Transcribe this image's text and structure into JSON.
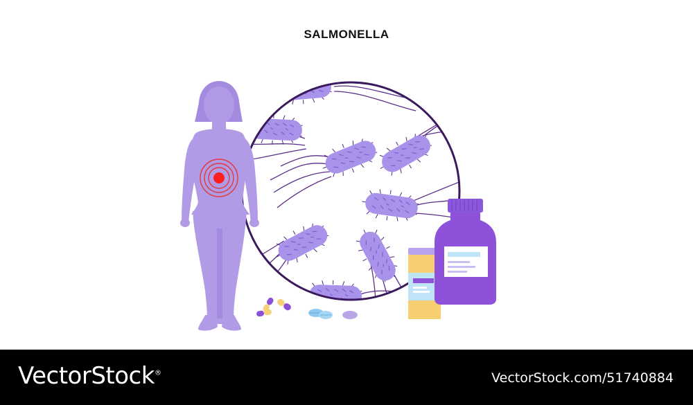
{
  "title": "SALMONELLA",
  "footer": {
    "brand": "VectorStock",
    "registered_mark": "®",
    "credit": "VectorStock.com/51740884"
  },
  "colors": {
    "body": "#b29be6",
    "bacteria": "#a892ea",
    "flagella": "#5a2d8a",
    "circle_outline": "#3a1a5c",
    "pain_rings": "#e03a3a",
    "pain_center": "#ff1e1e",
    "large_bottle": "#8d52d9",
    "small_bottle": "#f6cf72",
    "label_blue": "#bfe3f7",
    "footer_bg": "#000000"
  },
  "icons": [
    "woman-silhouette",
    "pain-target-icon",
    "bacteria-magnifier",
    "medicine-bottle",
    "pill-bottle",
    "capsules",
    "tablets"
  ]
}
